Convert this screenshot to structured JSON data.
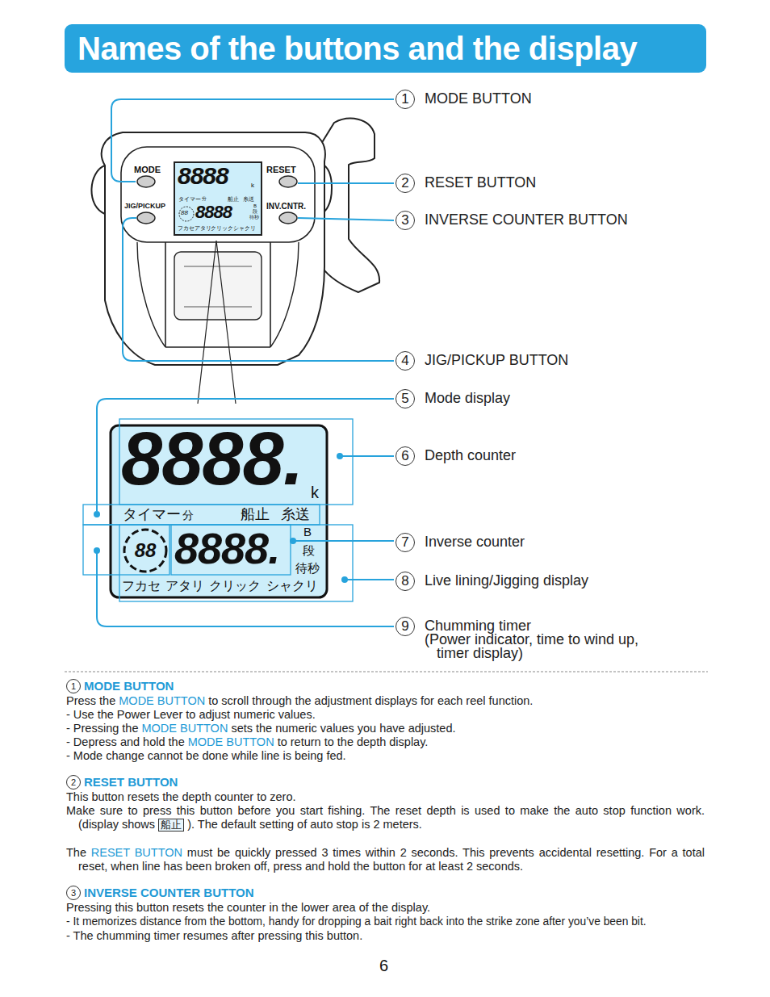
{
  "diagram": {
    "title": "Names of the buttons and the display",
    "nodes": [
      {
        "text": [
          "1",
          "MODE BUTTON"
        ]
      },
      {
        "text": [
          "2",
          "RESET BUTTON"
        ]
      },
      {
        "text": [
          "3",
          "INVERSE COUNTER BUTTON"
        ]
      },
      {
        "text": [
          "4",
          "JIG/PICKUP BUTTON"
        ]
      },
      {
        "text": [
          "5",
          "Mode display"
        ]
      },
      {
        "text": [
          "6",
          "Depth counter"
        ]
      },
      {
        "text": [
          "7",
          "Inverse counter"
        ]
      },
      {
        "text": [
          "8",
          "Live lining/Jigging display"
        ]
      },
      {
        "text": [
          "9",
          "Chumming timer",
          "(Power indicator, time to wind up, timer display)"
        ]
      },
      {
        "text": [
          "1",
          "MODE BUTTON"
        ]
      },
      {
        "text": [
          "2",
          "RESET BUTTON"
        ]
      },
      {
        "text": [
          "3",
          "INVERSE COUNTER BUTTON"
        ]
      }
    ],
    "labels": [
      "MODE",
      "RESET",
      "JIG/PICKUP",
      "INV.CNTR.",
      "8888",
      "k",
      "タイマー",
      "分",
      "船止",
      "糸送",
      "88",
      "8888",
      "B",
      "段",
      "待秒",
      "フカセ",
      "アタリ",
      "クリック",
      "シャクリ",
      "8888.",
      "k",
      "タイマー",
      "分",
      "船止",
      "糸送",
      "88",
      "8888.",
      "B",
      "段",
      "待秒",
      "フカセ",
      "アタリ",
      "クリック",
      "シャクリ",
      "Press the",
      "MODE BUTTON",
      "to scroll through the adjustment displays for each reel function.",
      "- Use the Power Lever to adjust numeric values.",
      "- Pressing the",
      "MODE BUTTON",
      "sets the numeric values you have adjusted.",
      "- Depress and hold the",
      "MODE BUTTON",
      "to return to the depth display.",
      "- Mode change cannot be done while line is being fed.",
      "This button resets the depth counter to zero.",
      "Make sure to press this button before you start fishing. The reset depth is used to make the auto stop function work. (display shows",
      "船止",
      "). The default setting of auto stop is 2 meters.",
      "The",
      "RESET BUTTON",
      "must be quickly pressed 3 times within 2 seconds. This prevents accidental resetting. For a total reset, when line has been broken off, press and hold the button for at least 2 seconds.",
      "Pressing this button resets the counter in the lower area of the display.",
      "- It memorizes distance from the bottom, handy for dropping a bait right back into the strike zone after you’ve been bit.",
      "- The chumming timer resumes after pressing this button.",
      "6"
    ]
  }
}
